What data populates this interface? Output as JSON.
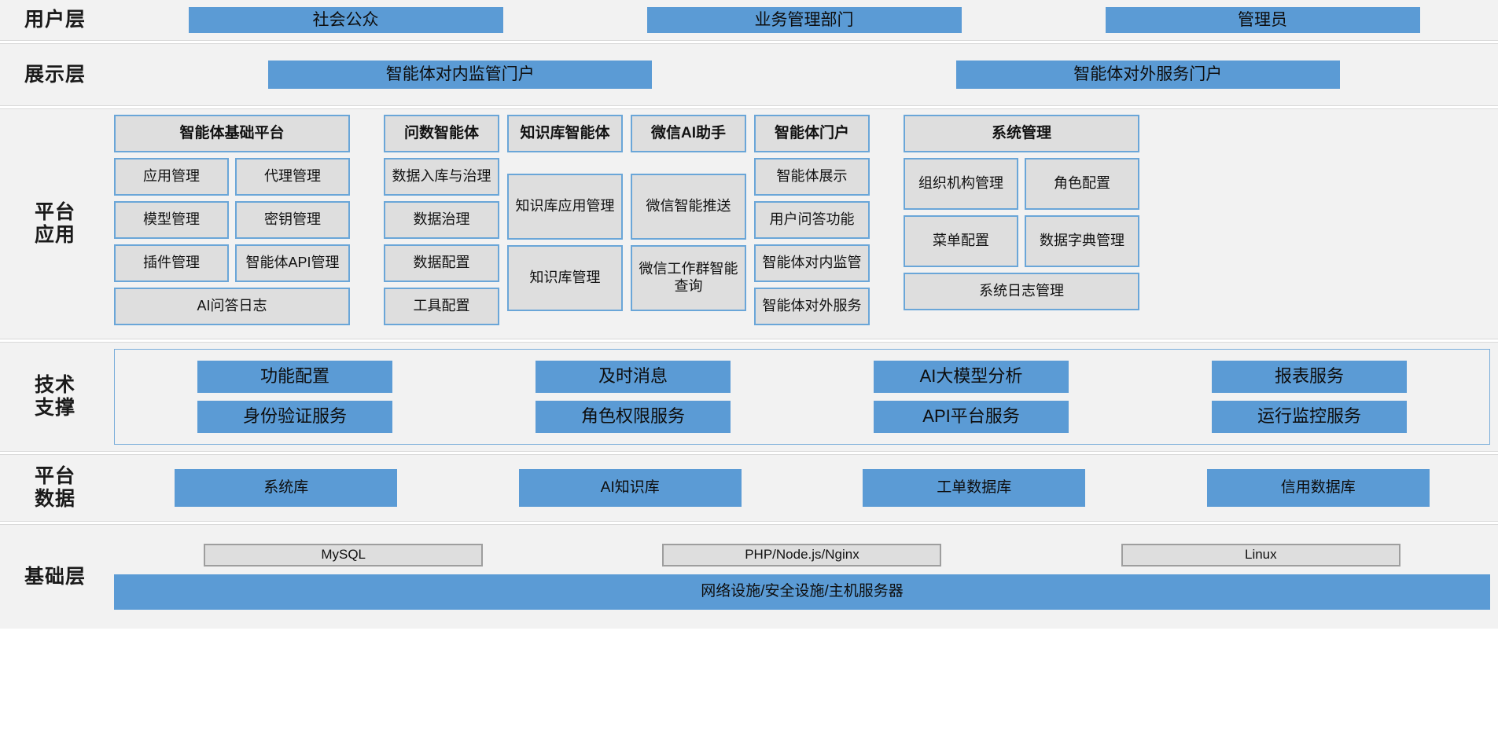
{
  "colors": {
    "blue_fill": "#5b9bd5",
    "grey_fill": "#dedede",
    "blue_border": "#6aa6d8",
    "band_bg": "#f2f2f2"
  },
  "layers": {
    "user": {
      "label": "用户层",
      "items": [
        "社会公众",
        "业务管理部门",
        "管理员"
      ]
    },
    "display": {
      "label": "展示层",
      "items": [
        "智能体对内监管门户",
        "智能体对外服务门户"
      ]
    },
    "platform": {
      "label": "平台\n应用",
      "label_line1": "平台",
      "label_line2": "应用",
      "columns": [
        {
          "title": "智能体基础平台",
          "pairs": [
            [
              "应用管理",
              "代理管理"
            ],
            [
              "模型管理",
              "密钥管理"
            ],
            [
              "插件管理",
              "智能体API管理"
            ]
          ],
          "wide": [
            "AI问答日志"
          ]
        },
        {
          "title": "问数智能体",
          "items": [
            "数据入库与治理",
            "数据治理",
            "数据配置",
            "工具配置"
          ]
        },
        {
          "title": "知识库智能体",
          "items": [
            "知识库应用管理",
            "知识库管理"
          ]
        },
        {
          "title": "微信AI助手",
          "items": [
            "微信智能推送",
            "微信工作群智能查询"
          ]
        },
        {
          "title": "智能体门户",
          "items": [
            "智能体展示",
            "用户问答功能",
            "智能体对内监管",
            "智能体对外服务"
          ]
        },
        {
          "title": "系统管理",
          "pairs": [
            [
              "组织机构管理",
              "角色配置"
            ],
            [
              "菜单配置",
              "数据字典管理"
            ]
          ],
          "wide": [
            "系统日志管理"
          ]
        }
      ]
    },
    "tech": {
      "label_line1": "技术",
      "label_line2": "支撑",
      "row1": [
        "功能配置",
        "及时消息",
        "AI大模型分析",
        "报表服务"
      ],
      "row2": [
        "身份验证服务",
        "角色权限服务",
        "API平台服务",
        "运行监控服务"
      ]
    },
    "data": {
      "label_line1": "平台",
      "label_line2": "数据",
      "items": [
        "系统库",
        "AI知识库",
        "工单数据库",
        "信用数据库"
      ]
    },
    "infra": {
      "label": "基础层",
      "stack": [
        "MySQL",
        "PHP/Node.js/Nginx",
        "Linux"
      ],
      "foundation": "网络设施/安全设施/主机服务器"
    }
  }
}
